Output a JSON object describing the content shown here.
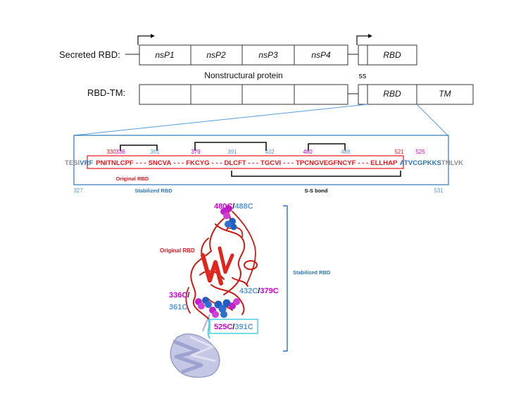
{
  "constructs": {
    "secreted_label": "Secreted RBD:",
    "rbdtm_label": "RBD-TM:",
    "nsp_boxes": [
      "nsP1",
      "nsP2",
      "nsP3",
      "nsP4"
    ],
    "nonstructural_label": "Nonstructural protein",
    "ss_label": "ss",
    "rbd_label": "RBD",
    "tm_label": "TM"
  },
  "sequence": {
    "prefix_gray": "TESI",
    "prefix_blue": "VRF",
    "tokens": [
      {
        "t": "PNITNLCPF",
        "c": "red"
      },
      {
        "t": "- - -",
        "c": "red"
      },
      {
        "t": "SNCVA",
        "c": "red"
      },
      {
        "t": "- - -",
        "c": "red"
      },
      {
        "t": "FKCYG",
        "c": "red"
      },
      {
        "t": "- - -",
        "c": "red"
      },
      {
        "t": "DLCFT",
        "c": "red"
      },
      {
        "t": "- - -",
        "c": "red"
      },
      {
        "t": "TGCVI",
        "c": "red"
      },
      {
        "t": "- - -",
        "c": "red"
      },
      {
        "t": "TPCNGVEGFNCYF",
        "c": "red"
      },
      {
        "t": "- - -",
        "c": "red"
      },
      {
        "t": "ELLHAP",
        "c": "red"
      }
    ],
    "suffix_blue": "ATVCGPKKS",
    "suffix_gray": "TNLVK",
    "positions": [
      "330",
      "336",
      "361",
      "379",
      "391",
      "432",
      "480",
      "488",
      "521",
      "525",
      "327",
      "531"
    ],
    "original_rbd_label": "Original RBD",
    "stabilized_rbd_label": "Stabilized RBD",
    "ss_bond_label": "S-S bond"
  },
  "structure": {
    "labels": {
      "c480": "480C",
      "c488": "488C",
      "c336": "336C",
      "c361": "361C",
      "c432": "432C",
      "c379": "379C",
      "c525": "525C",
      "c391": "391C",
      "slash": "/"
    },
    "original_rbd_label": "Original RBD",
    "stabilized_rbd_label": "Stabilized RBD"
  },
  "colors": {
    "red": "#e8141c",
    "blue": "#2e75b6",
    "lightblue": "#5b9bd5",
    "magenta": "#cc00cc",
    "gray": "#8c8c8c",
    "cyan": "#4ccfe0",
    "protein": "#cc1a14",
    "lavender": "#c5c8e4"
  }
}
